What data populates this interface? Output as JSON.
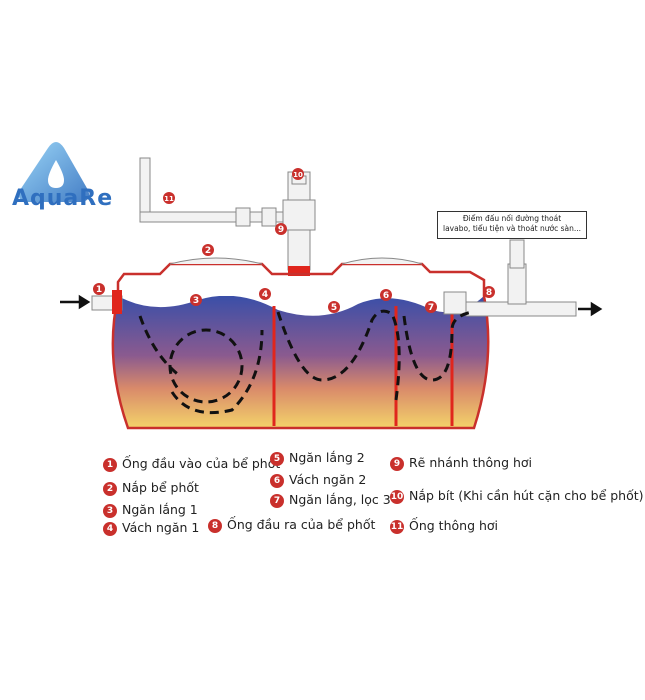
{
  "logo": {
    "text": "AquaRe"
  },
  "note": {
    "line1": "Điểm đấu nối đường thoát",
    "line2": "lavabo, tiểu tiện và thoát nước sàn..."
  },
  "diagram_numbers": [
    "1",
    "2",
    "3",
    "4",
    "5",
    "6",
    "7",
    "8",
    "9",
    "10",
    "11"
  ],
  "legend": [
    {
      "num": "1",
      "label": "Ống đầu vào của bể phốt"
    },
    {
      "num": "2",
      "label": "Nắp bể phốt"
    },
    {
      "num": "3",
      "label": "Ngăn lắng 1"
    },
    {
      "num": "4",
      "label": "Vách ngăn 1"
    },
    {
      "num": "5",
      "label": "Ngăn lắng 2"
    },
    {
      "num": "6",
      "label": "Vách ngăn 2"
    },
    {
      "num": "7",
      "label": "Ngăn lắng, lọc 3"
    },
    {
      "num": "8",
      "label": "Ống đầu ra của bể phốt"
    },
    {
      "num": "9",
      "label": "Rẽ nhánh thông hơi"
    },
    {
      "num": "10",
      "label": "Nắp bít (Khi cần hút cặn cho bể phốt)"
    },
    {
      "num": "11",
      "label": "Ống thông hơi"
    }
  ],
  "colors": {
    "marker": "#c9302c",
    "water_top": "#3a4fa8",
    "water_bottom": "#f3d36a",
    "tank_outline": "#c9302c"
  }
}
